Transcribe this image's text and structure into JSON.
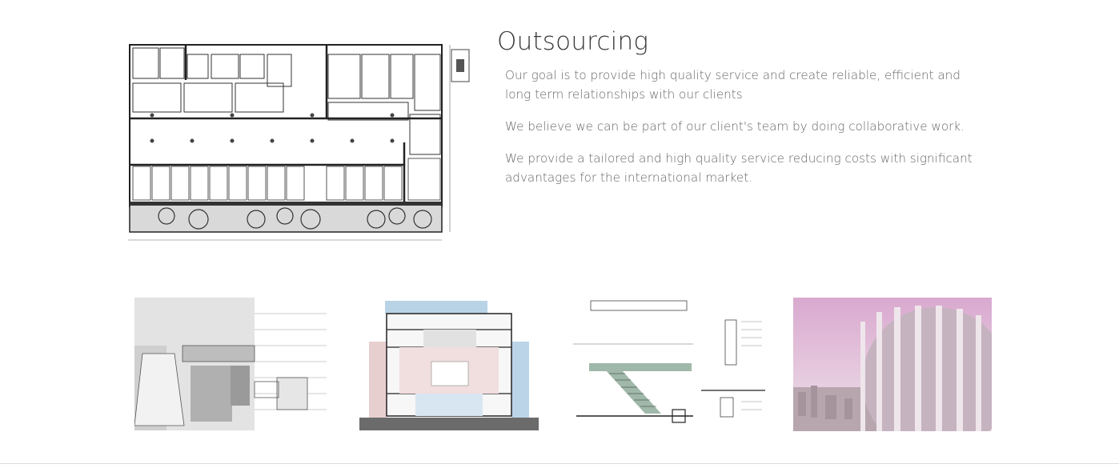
{
  "section": {
    "title": "Outsourcing",
    "paragraphs": [
      "Our goal is to provide high quality service and create reliable, efficient and long term relationships with our clients",
      "We believe we can be part of our client's team by doing collaborative work.",
      "We provide a tailored and high quality service reducing costs with significant advantages for the international market."
    ]
  },
  "gallery": [
    {
      "name": "detail-section-drawing"
    },
    {
      "name": "building-section-drawing"
    },
    {
      "name": "stair-detail-drawing"
    },
    {
      "name": "sphere-building-render"
    }
  ],
  "colors": {
    "text": "#666666",
    "title": "#3a3a3a",
    "rule": "#dcdcdc"
  }
}
